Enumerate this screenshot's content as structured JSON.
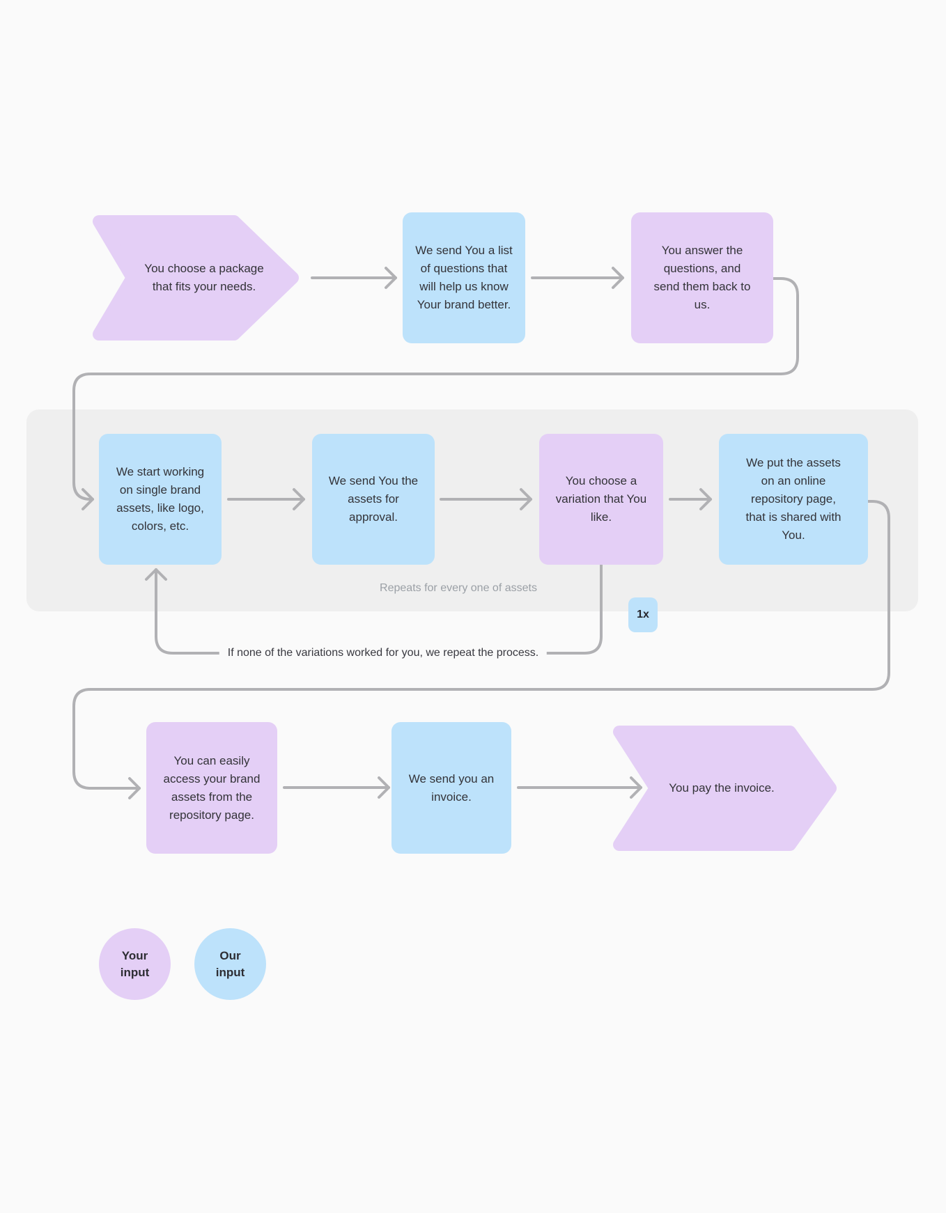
{
  "colors": {
    "background": "#fafafa",
    "loop_band": "#efefef",
    "your_input_purple": "#e4cff6",
    "our_input_blue": "#bde2fb",
    "connector_gray": "#b1b1b4",
    "text_dark": "#333338",
    "text_muted": "#9ba0a6"
  },
  "nodes": {
    "choose_package": {
      "text": "You choose a package\nthat fits your needs.",
      "kind": "your-input",
      "shape": "chevron"
    },
    "send_questions": {
      "text": "We send You a list\nof questions that\nwill help us know\nYour brand better.",
      "kind": "our-input",
      "shape": "box"
    },
    "answer_questions": {
      "text": "You answer the\nquestions, and\nsend them back to\nus.",
      "kind": "your-input",
      "shape": "box"
    },
    "start_working": {
      "text": "We start working\non single brand\nassets, like logo,\ncolors, etc.",
      "kind": "our-input",
      "shape": "box"
    },
    "send_assets": {
      "text": "We send You the\nassets for\napproval.",
      "kind": "our-input",
      "shape": "box"
    },
    "choose_variation": {
      "text": "You choose a\nvariation that You\nlike.",
      "kind": "your-input",
      "shape": "box"
    },
    "put_assets": {
      "text": "We put the assets\non an online\nrepository page,\nthat is shared with\nYou.",
      "kind": "our-input",
      "shape": "box"
    },
    "access_assets": {
      "text": "You can easily\naccess your brand\nassets from the\nrepository page.",
      "kind": "your-input",
      "shape": "box"
    },
    "send_invoice": {
      "text": "We send you an\ninvoice.",
      "kind": "our-input",
      "shape": "box"
    },
    "pay_invoice": {
      "text": "You pay the invoice.",
      "kind": "your-input",
      "shape": "chevron"
    }
  },
  "labels": {
    "repeats": "Repeats for every one of assets",
    "loop_note": "If none of the variations worked for you, we repeat the process.",
    "repeat_count_badge": "1x"
  },
  "legend": {
    "your_input": {
      "label": "Your\ninput",
      "color": "#e4cff6"
    },
    "our_input": {
      "label": "Our\ninput",
      "color": "#bde2fb"
    }
  }
}
